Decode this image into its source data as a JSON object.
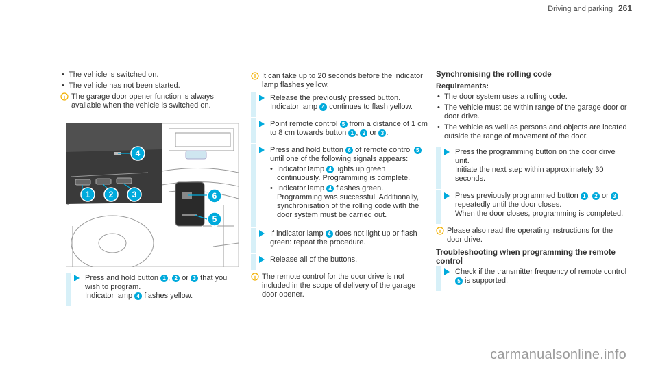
{
  "header": {
    "section": "Driving and parking",
    "page": "261"
  },
  "col1": {
    "bullets": [
      "The vehicle is switched on.",
      "The vehicle has not been started."
    ],
    "note": "The garage door opener function is always available when the vehicle is switched on.",
    "step": {
      "t1": "Press and hold button ",
      "n1": "1",
      "s1": ", ",
      "n2": "2",
      "s2": " or ",
      "n3": "3",
      "t2": " that you wish to program.",
      "t3": "Indicator lamp ",
      "n4": "4",
      "t4": " flashes yellow."
    },
    "callouts": [
      "4",
      "1",
      "2",
      "3",
      "6",
      "5"
    ]
  },
  "col2": {
    "note1": "It can take up to 20 seconds before the indicator lamp flashes yellow.",
    "step1": {
      "t1": "Release the previously pressed button.",
      "t2": "Indicator lamp ",
      "n": "4",
      "t3": " continues to flash yellow."
    },
    "step2": {
      "t1": "Point remote control ",
      "n1": "5",
      "t2": " from a distance of 1 cm to 8 cm towards button ",
      "n2": "1",
      "s1": ", ",
      "n3": "2",
      "s2": " or ",
      "n4": "3",
      "t3": "."
    },
    "step3": {
      "t1": "Press and hold button ",
      "n1": "6",
      "t2": " of remote control ",
      "n2": "5",
      "t3": " until one of the following signals appears:",
      "sub1": {
        "a": "Indicator lamp ",
        "n": "4",
        "b": " lights up green continuously. Programming is complete."
      },
      "sub2": {
        "a": "Indicator lamp ",
        "n": "4",
        "b": " flashes green. Programming was successful. Additionally, synchronisation of the rolling code with the door system must be carried out."
      }
    },
    "step4": {
      "t1": "If indicator lamp ",
      "n": "4",
      "t2": " does not light up or flash green: repeat the procedure."
    },
    "step5": {
      "t1": "Release all of the buttons."
    },
    "note2": "The remote control for the door drive is not included in the scope of delivery of the garage door opener."
  },
  "col3": {
    "title": "Synchronising the rolling code",
    "req_heading": "Requirements:",
    "bullets": [
      "The door system uses a rolling code.",
      "The vehicle must be within range of the garage door or door drive.",
      "The vehicle as well as persons and objects are located outside the range of movement of the door."
    ],
    "step1": {
      "t1": "Press the programming button on the door drive unit.",
      "t2": "Initiate the next step within approximately 30 seconds."
    },
    "step2": {
      "t1": "Press previously programmed button ",
      "n1": "1",
      "s1": ", ",
      "n2": "2",
      "s2": " or ",
      "n3": "3",
      "t2": " repeatedly until the door closes.",
      "t3": "When the door closes, programming is completed."
    },
    "note": "Please also read the operating instructions for the door drive.",
    "trouble_heading": "Troubleshooting when programming the remote control",
    "step3": {
      "t1": "Check if the transmitter frequency of remote control ",
      "n": "5",
      "t2": " is supported."
    }
  },
  "watermark": "carmanualsonline.info"
}
